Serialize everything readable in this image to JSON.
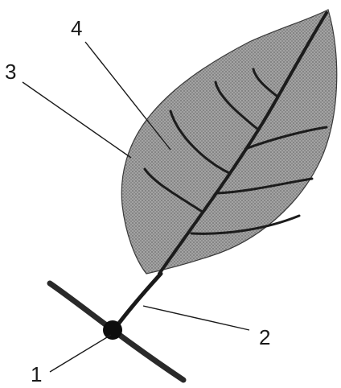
{
  "figure": {
    "labels": {
      "node": "1",
      "petiole": "2",
      "leaf_edge": "3",
      "vein": "4"
    },
    "colors": {
      "leaf_fill": "#9a9a9a",
      "stroke": "#1a1a1a",
      "background": "#ffffff"
    }
  }
}
